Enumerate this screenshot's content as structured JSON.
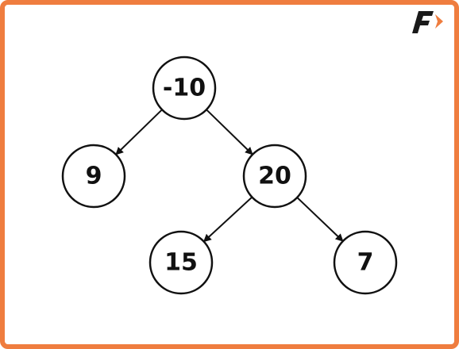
{
  "tree": {
    "nodes": [
      {
        "id": "root",
        "label": "-10"
      },
      {
        "id": "left",
        "label": "9"
      },
      {
        "id": "right",
        "label": "20"
      },
      {
        "id": "right-left",
        "label": "15"
      },
      {
        "id": "right-right",
        "label": "7"
      }
    ],
    "edges": [
      {
        "from": "root",
        "to": "left"
      },
      {
        "from": "root",
        "to": "right"
      },
      {
        "from": "right",
        "to": "right-left"
      },
      {
        "from": "right",
        "to": "right-right"
      }
    ]
  },
  "colors": {
    "frame_border": "#ef7d3f",
    "logo_letter": "#1a1a1a",
    "logo_arrow": "#ef7d3f",
    "ink": "#111111"
  },
  "logo": {
    "icon": "brand-f-logo-icon",
    "text": "F"
  }
}
